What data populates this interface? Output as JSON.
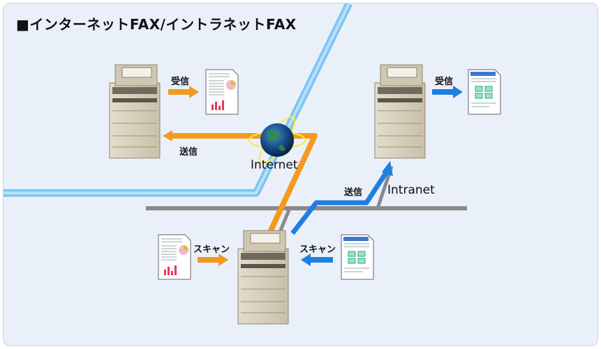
{
  "title": "■インターネットFAX/イントラネットFAX",
  "labels": {
    "receive_left": "受信",
    "send_left": "送信",
    "internet": "Internet",
    "receive_right": "受信",
    "send_right": "送信",
    "intranet": "Intranet",
    "scan_left": "スキャン",
    "scan_right": "スキャン"
  },
  "colors": {
    "internet_line": "#7ec4f2",
    "intranet_line": "#8a8a8a",
    "orange_path": "#f39a1e",
    "blue_path": "#1f7fe0"
  },
  "icons": [
    "mfp-printer",
    "document-chart",
    "document-diagram",
    "globe"
  ]
}
